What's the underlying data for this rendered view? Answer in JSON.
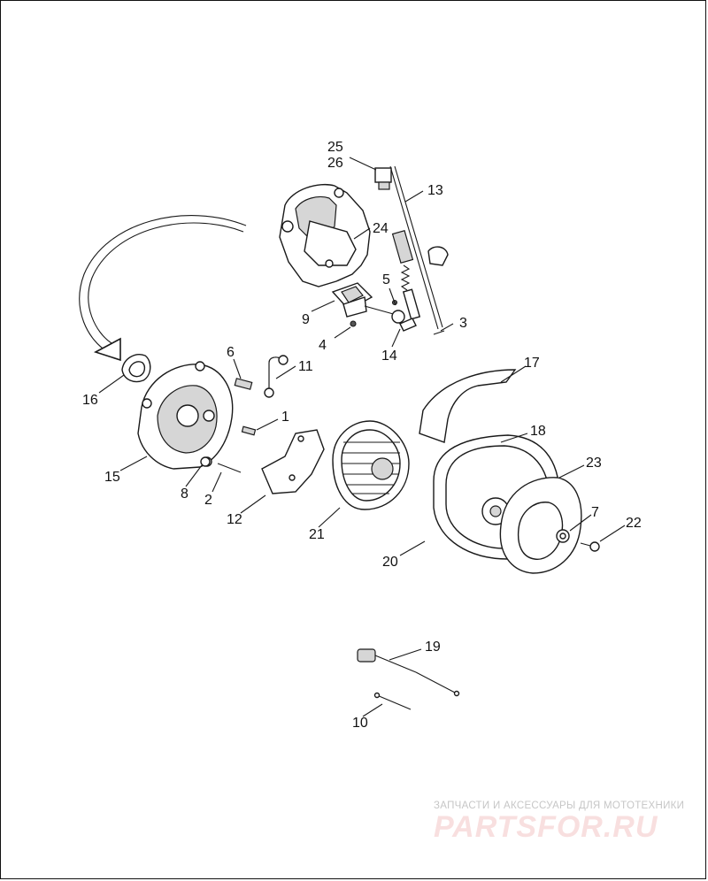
{
  "callouts": [
    {
      "id": "c1",
      "text": "1"
    },
    {
      "id": "c2",
      "text": "2"
    },
    {
      "id": "c3",
      "text": "3"
    },
    {
      "id": "c4",
      "text": "4"
    },
    {
      "id": "c5",
      "text": "5"
    },
    {
      "id": "c6",
      "text": "6"
    },
    {
      "id": "c7",
      "text": "7"
    },
    {
      "id": "c8",
      "text": "8"
    },
    {
      "id": "c9",
      "text": "9"
    },
    {
      "id": "c10",
      "text": "10"
    },
    {
      "id": "c11",
      "text": "11"
    },
    {
      "id": "c12",
      "text": "12"
    },
    {
      "id": "c13",
      "text": "13"
    },
    {
      "id": "c14",
      "text": "14"
    },
    {
      "id": "c15",
      "text": "15"
    },
    {
      "id": "c16",
      "text": "16"
    },
    {
      "id": "c17",
      "text": "17"
    },
    {
      "id": "c18",
      "text": "18"
    },
    {
      "id": "c19",
      "text": "19"
    },
    {
      "id": "c20",
      "text": "20"
    },
    {
      "id": "c21",
      "text": "21"
    },
    {
      "id": "c22",
      "text": "22"
    },
    {
      "id": "c23",
      "text": "23"
    },
    {
      "id": "c24",
      "text": "24"
    },
    {
      "id": "c25",
      "text": "25"
    },
    {
      "id": "c26",
      "text": "26"
    }
  ],
  "watermark": {
    "caption": "ЗАПЧАСТИ И АКСЕССУАРЫ ДЛЯ МОТОТЕХНИКИ",
    "logo": "PARTSFOR.RU",
    "logo_color": "#e04848"
  }
}
